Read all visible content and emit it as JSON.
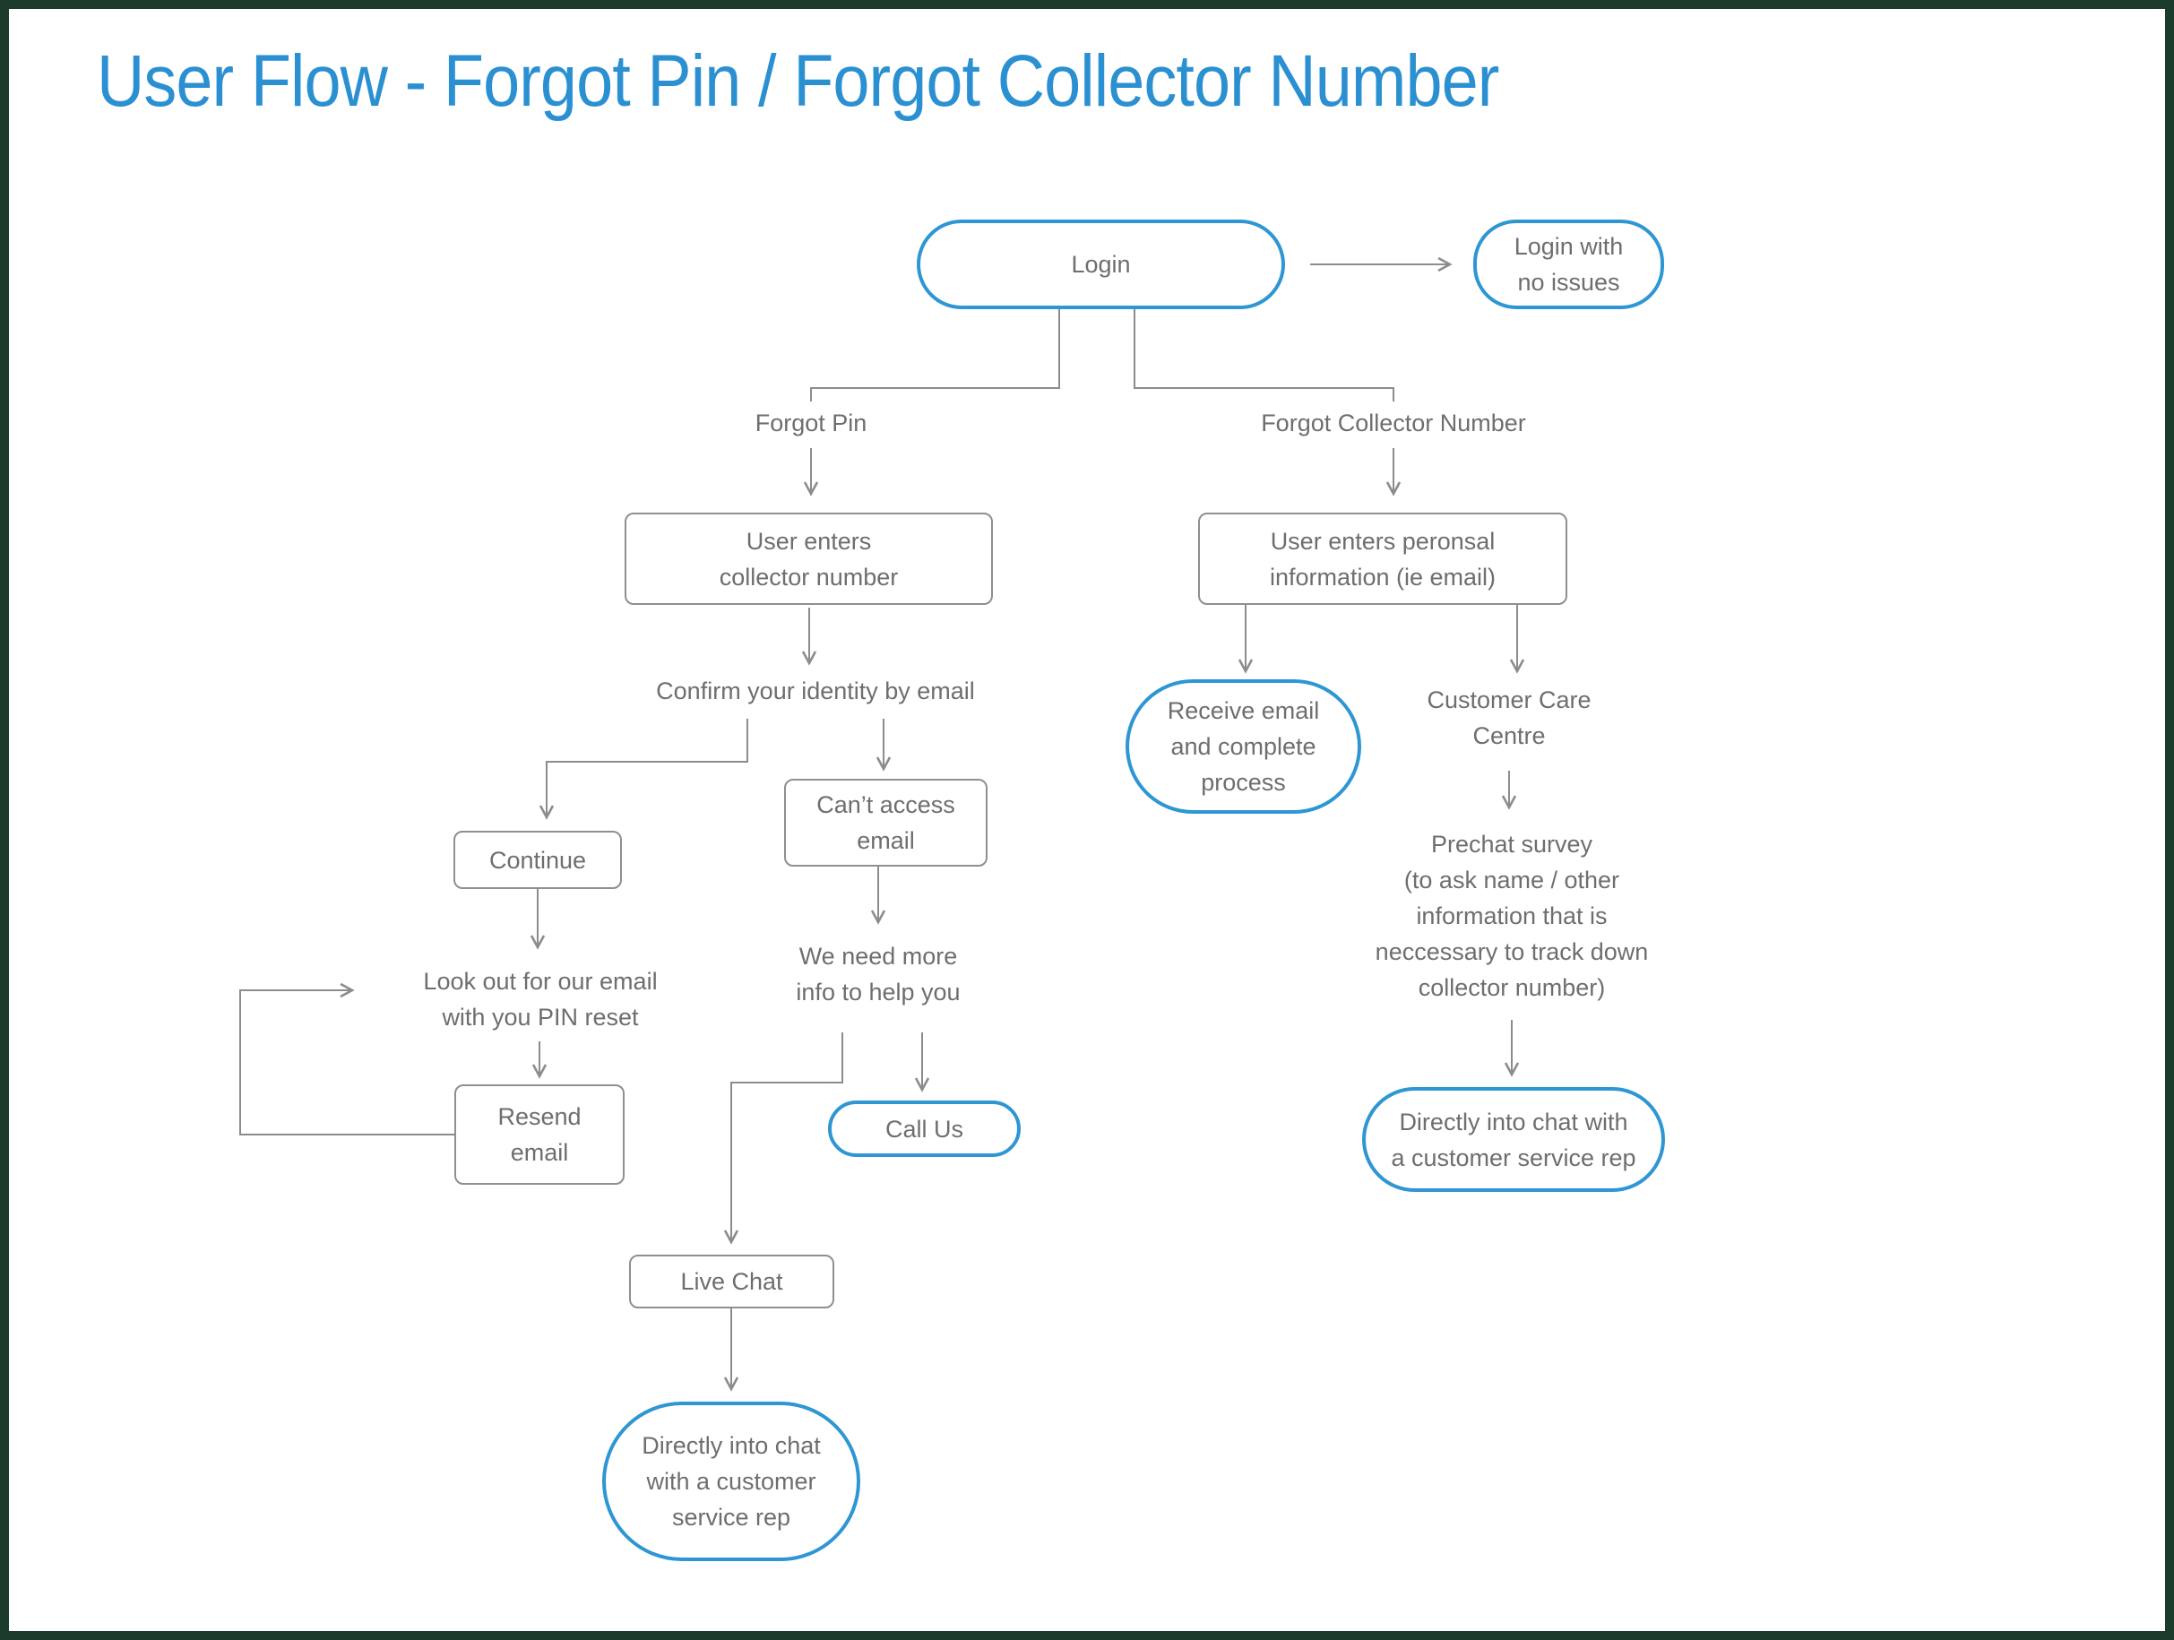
{
  "title": "User Flow - Forgot Pin / Forgot Collector Number",
  "colors": {
    "accent_blue": "#2E96D3",
    "title_blue": "#2B90D1",
    "text_gray": "#6E6E6E",
    "box_border_gray": "#8F8F8F",
    "line_gray": "#8C8C8C",
    "frame_green": "#1D3B2B",
    "background": "#FFFFFF"
  },
  "nodes": {
    "login": "Login",
    "login_no_issues": "Login with\nno issues",
    "branch_forgot_pin": "Forgot Pin",
    "branch_forgot_collector": "Forgot Collector Number",
    "enter_collector": "User enters\ncollector number",
    "enter_personal": "User enters peronsal\ninformation (ie email)",
    "confirm_identity": "Confirm your identity by email",
    "continue": "Continue",
    "cant_access_email": "Can’t access\nemail",
    "look_out": "Look out for our email\nwith you PIN reset",
    "resend_email": "Resend\nemail",
    "need_more_info": "We need more\ninfo to help you",
    "call_us": "Call Us",
    "live_chat": "Live Chat",
    "chat_rep_left": "Directly into chat\nwith a customer\nservice rep",
    "receive_email": "Receive email\nand complete\nprocess",
    "customer_care": "Customer Care\nCentre",
    "prechat_survey": "Prechat survey\n(to ask name / other\ninformation that is\nneccessary to track down\ncollector number)",
    "chat_rep_right": "Directly into chat with\na customer service rep"
  }
}
